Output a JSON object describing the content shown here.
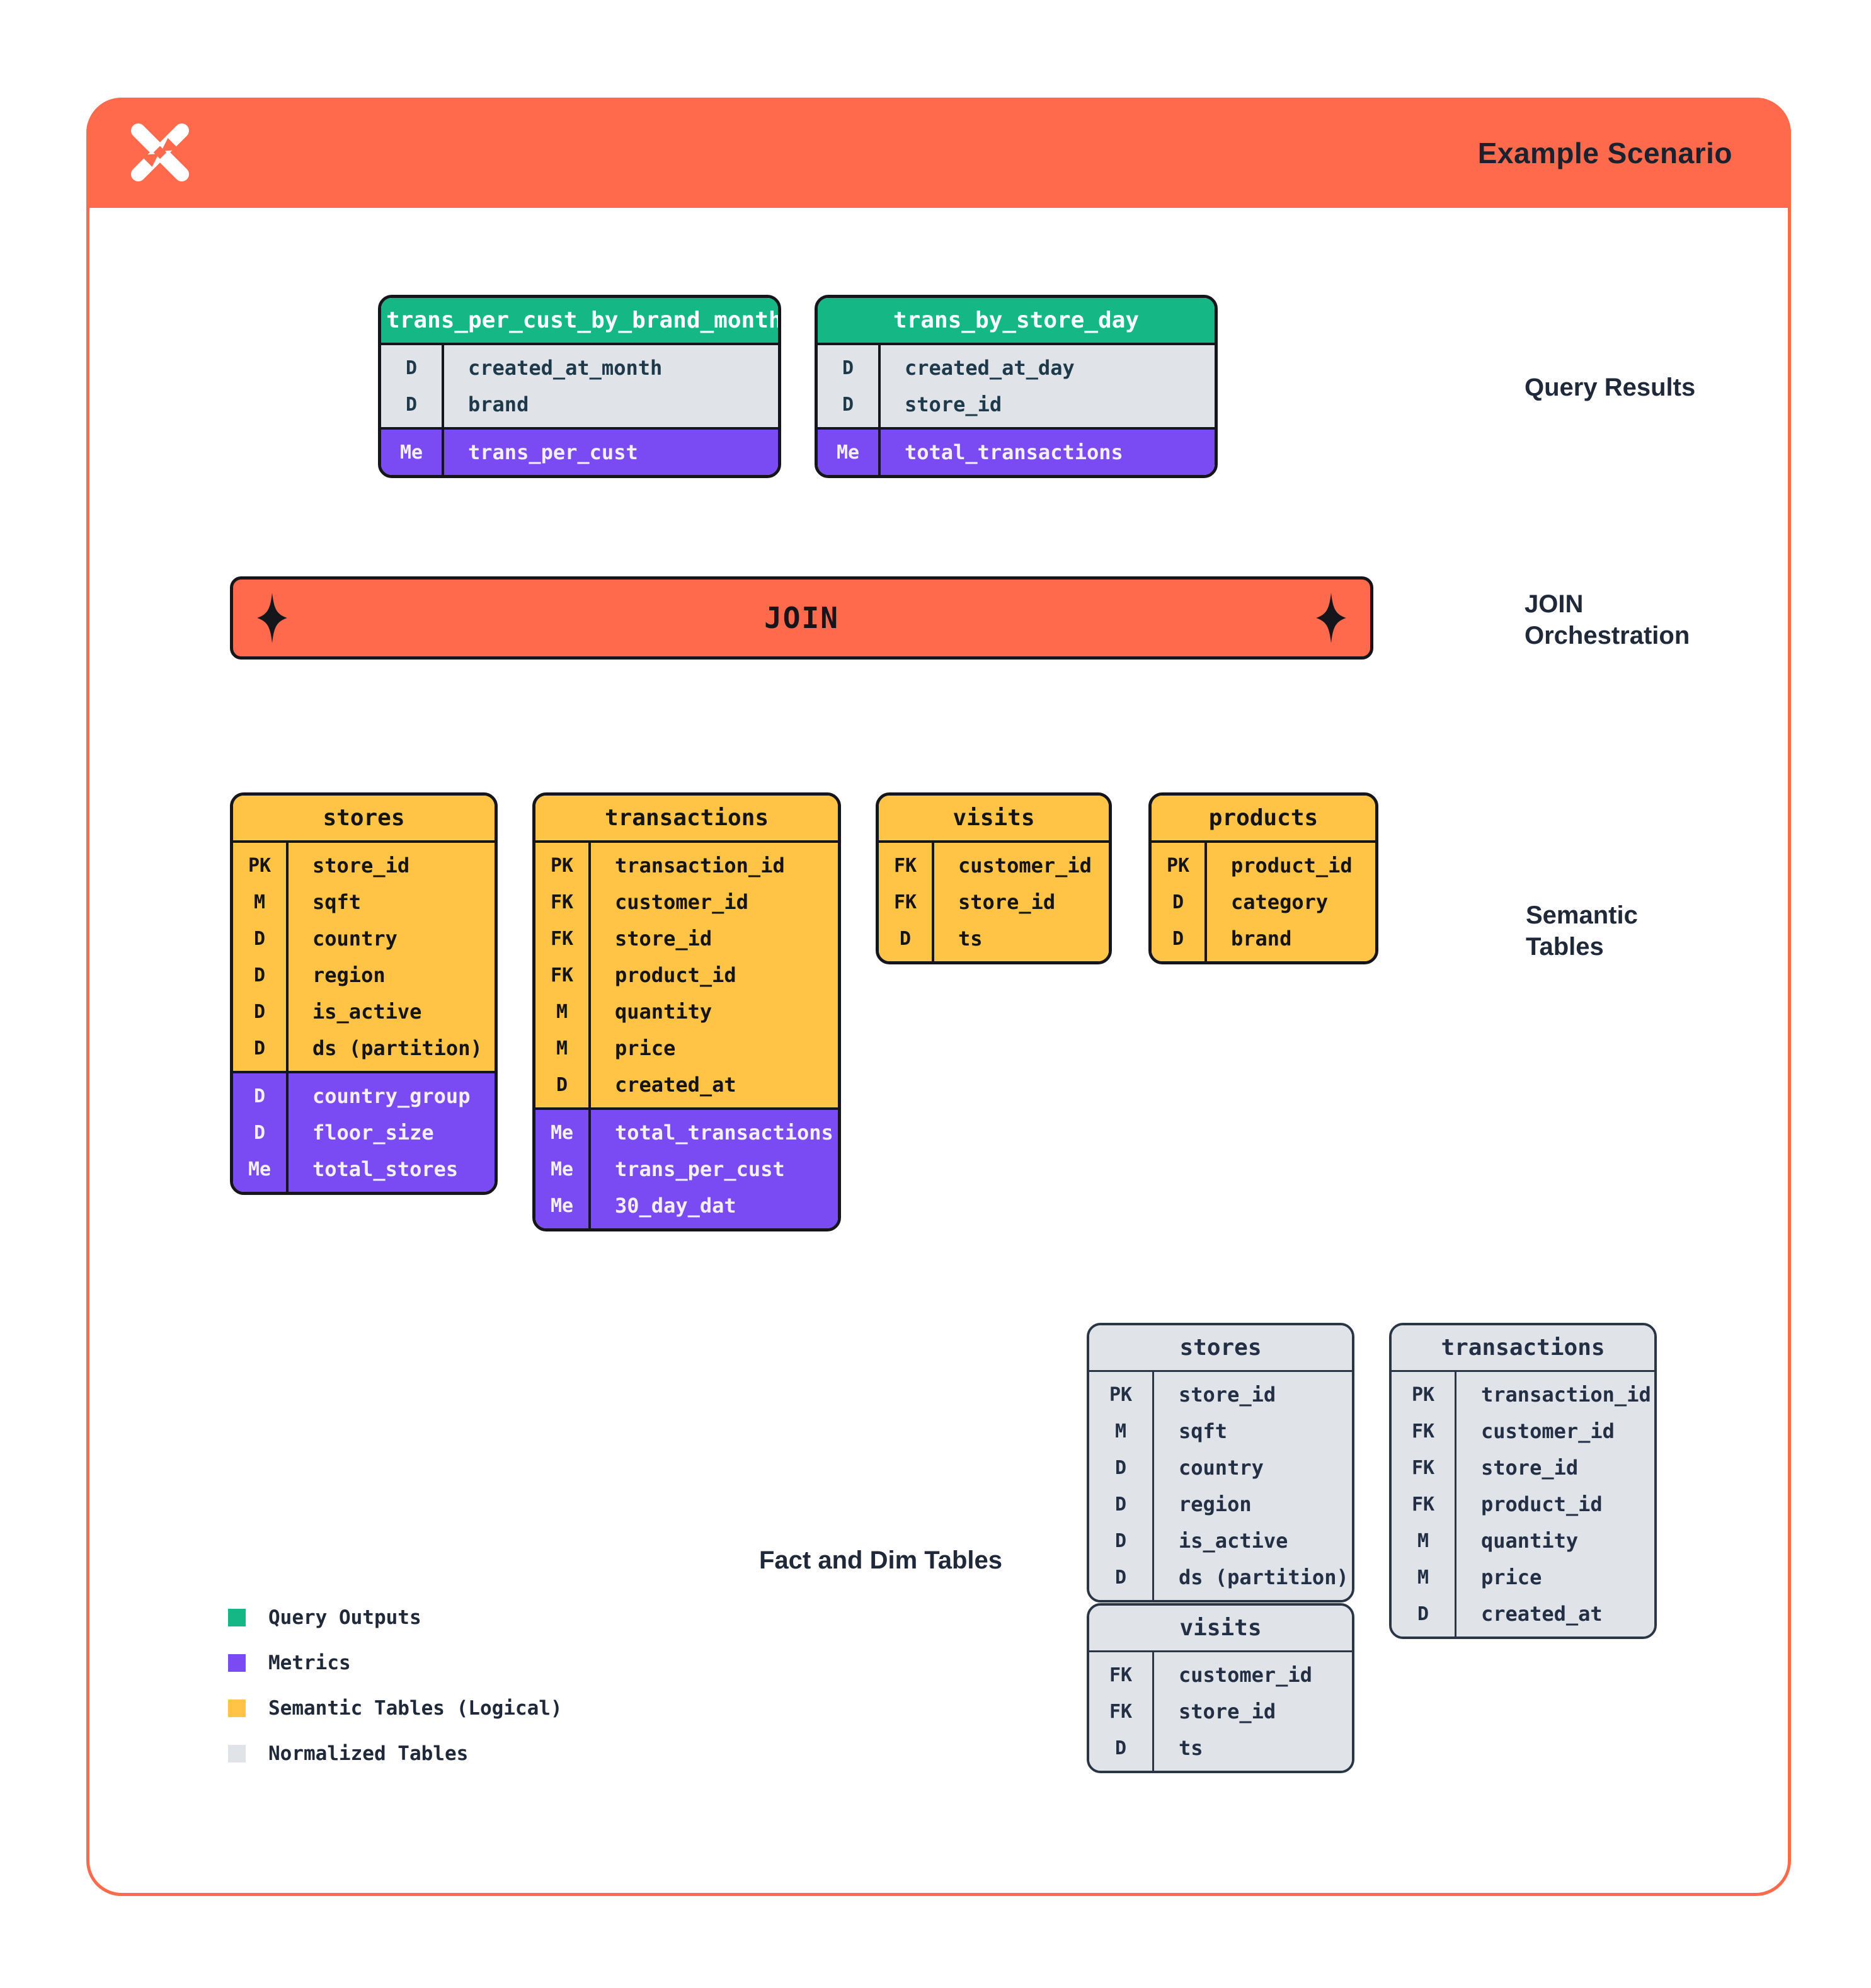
{
  "header": {
    "title": "Example Scenario",
    "logo": "dagster-star-logo"
  },
  "join": {
    "label": "JOIN"
  },
  "side_labels": {
    "query_results": "Query Results",
    "join_orchestration": "JOIN\nOrchestration",
    "semantic_tables": "Semantic\nTables",
    "fact_dim": "Fact and Dim Tables"
  },
  "query_tables": [
    {
      "title": "trans_per_cust_by_brand_month",
      "rows": [
        {
          "badge": "D",
          "field": "created_at_month",
          "tone": "dim"
        },
        {
          "badge": "D",
          "field": "brand",
          "tone": "dim"
        },
        {
          "badge": "Me",
          "field": "trans_per_cust",
          "tone": "metric"
        }
      ]
    },
    {
      "title": "trans_by_store_day",
      "rows": [
        {
          "badge": "D",
          "field": "created_at_day",
          "tone": "dim"
        },
        {
          "badge": "D",
          "field": "store_id",
          "tone": "dim"
        },
        {
          "badge": "Me",
          "field": "total_transactions",
          "tone": "metric"
        }
      ]
    }
  ],
  "semantic_tables": [
    {
      "title": "stores",
      "rows": [
        {
          "badge": "PK",
          "field": "store_id",
          "tone": "base"
        },
        {
          "badge": "M",
          "field": "sqft",
          "tone": "base"
        },
        {
          "badge": "D",
          "field": "country",
          "tone": "base"
        },
        {
          "badge": "D",
          "field": "region",
          "tone": "base"
        },
        {
          "badge": "D",
          "field": "is_active",
          "tone": "base"
        },
        {
          "badge": "D",
          "field": "ds (partition)",
          "tone": "base"
        },
        {
          "badge": "D",
          "field": "country_group",
          "tone": "metric"
        },
        {
          "badge": "D",
          "field": "floor_size",
          "tone": "metric"
        },
        {
          "badge": "Me",
          "field": "total_stores",
          "tone": "metric"
        }
      ]
    },
    {
      "title": "transactions",
      "rows": [
        {
          "badge": "PK",
          "field": "transaction_id",
          "tone": "base"
        },
        {
          "badge": "FK",
          "field": "customer_id",
          "tone": "base"
        },
        {
          "badge": "FK",
          "field": "store_id",
          "tone": "base"
        },
        {
          "badge": "FK",
          "field": "product_id",
          "tone": "base"
        },
        {
          "badge": "M",
          "field": "quantity",
          "tone": "base"
        },
        {
          "badge": "M",
          "field": "price",
          "tone": "base"
        },
        {
          "badge": "D",
          "field": "created_at",
          "tone": "base"
        },
        {
          "badge": "Me",
          "field": "total_transactions",
          "tone": "metric"
        },
        {
          "badge": "Me",
          "field": "trans_per_cust",
          "tone": "metric"
        },
        {
          "badge": "Me",
          "field": "30_day_dat",
          "tone": "metric"
        }
      ]
    },
    {
      "title": "visits",
      "rows": [
        {
          "badge": "FK",
          "field": "customer_id",
          "tone": "base"
        },
        {
          "badge": "FK",
          "field": "store_id",
          "tone": "base"
        },
        {
          "badge": "D",
          "field": "ts",
          "tone": "base"
        }
      ]
    },
    {
      "title": "products",
      "rows": [
        {
          "badge": "PK",
          "field": "product_id",
          "tone": "base"
        },
        {
          "badge": "D",
          "field": "category",
          "tone": "base"
        },
        {
          "badge": "D",
          "field": "brand",
          "tone": "base"
        }
      ]
    }
  ],
  "normalized_tables": [
    {
      "title": "stores",
      "rows": [
        {
          "badge": "PK",
          "field": "store_id",
          "tone": "plain"
        },
        {
          "badge": "M",
          "field": "sqft",
          "tone": "plain"
        },
        {
          "badge": "D",
          "field": "country",
          "tone": "plain"
        },
        {
          "badge": "D",
          "field": "region",
          "tone": "plain"
        },
        {
          "badge": "D",
          "field": "is_active",
          "tone": "plain"
        },
        {
          "badge": "D",
          "field": "ds (partition)",
          "tone": "plain"
        }
      ]
    },
    {
      "title": "transactions",
      "rows": [
        {
          "badge": "PK",
          "field": "transaction_id",
          "tone": "plain"
        },
        {
          "badge": "FK",
          "field": "customer_id",
          "tone": "plain"
        },
        {
          "badge": "FK",
          "field": "store_id",
          "tone": "plain"
        },
        {
          "badge": "FK",
          "field": "product_id",
          "tone": "plain"
        },
        {
          "badge": "M",
          "field": "quantity",
          "tone": "plain"
        },
        {
          "badge": "M",
          "field": "price",
          "tone": "plain"
        },
        {
          "badge": "D",
          "field": "created_at",
          "tone": "plain"
        }
      ]
    },
    {
      "title": "visits",
      "rows": [
        {
          "badge": "FK",
          "field": "customer_id",
          "tone": "plain"
        },
        {
          "badge": "FK",
          "field": "store_id",
          "tone": "plain"
        },
        {
          "badge": "D",
          "field": "ts",
          "tone": "plain"
        }
      ]
    }
  ],
  "legend": [
    {
      "label": "Query Outputs",
      "color": "#15B885"
    },
    {
      "label": "Metrics",
      "color": "#7A4BF2"
    },
    {
      "label": "Semantic Tables (Logical)",
      "color": "#FFC445"
    },
    {
      "label": "Normalized Tables",
      "color": "#E0E3E8"
    }
  ],
  "colors": {
    "accent_orange": "#FF6A4D",
    "query_green": "#15B885",
    "metric_purple": "#7A4BF2",
    "semantic_yellow": "#FFC445",
    "normalized_gray": "#E0E3E8",
    "label_dark": "#20293A"
  }
}
